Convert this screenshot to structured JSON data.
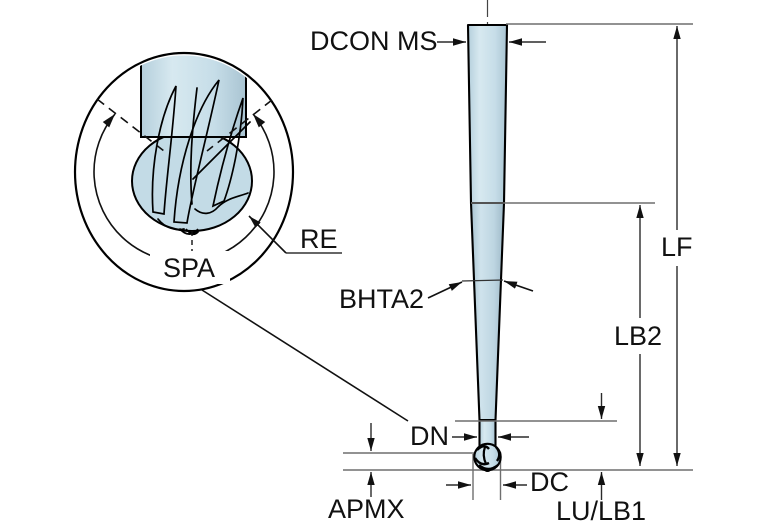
{
  "drawing": {
    "description": "Dimensional line drawing of a tapered-neck ball nose end mill with a magnified detail circle of the cutting tip",
    "labels": {
      "dcon_ms": "DCON MS",
      "lf": "LF",
      "bhta2": "BHTA2",
      "lb2": "LB2",
      "dn": "DN",
      "dc": "DC",
      "apmx": "APMX",
      "lu_lb1": "LU/LB1",
      "spa": "SPA",
      "re": "RE"
    },
    "colors": {
      "tool_fill": "#c8dfe9",
      "tool_fill_dark": "#b4cedb",
      "flute_face": "#dcebf2",
      "outline": "#000000",
      "extension_line": "#6f6f6f",
      "dimension_line": "#2b2b2b",
      "background": "#ffffff"
    }
  }
}
